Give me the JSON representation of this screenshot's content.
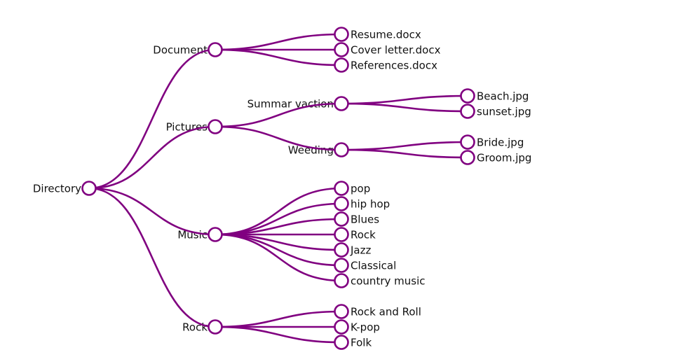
{
  "diagram": {
    "type": "collapsible-tree",
    "colors": {
      "link": "#800080",
      "node_stroke": "#800080",
      "node_fill": "#ffffff",
      "text": "#111111"
    },
    "root": {
      "name": "Directory",
      "children": [
        {
          "name": "Document",
          "children": [
            {
              "name": "Resume.docx"
            },
            {
              "name": "Cover letter.docx"
            },
            {
              "name": "References.docx"
            }
          ]
        },
        {
          "name": "Pictures",
          "children": [
            {
              "name": "Summar vaction",
              "children": [
                {
                  "name": "Beach.jpg"
                },
                {
                  "name": "sunset.jpg"
                }
              ]
            },
            {
              "name": "Weeding",
              "children": [
                {
                  "name": "Bride.jpg"
                },
                {
                  "name": "Groom.jpg"
                }
              ]
            }
          ]
        },
        {
          "name": "Music",
          "children": [
            {
              "name": "pop"
            },
            {
              "name": "hip hop"
            },
            {
              "name": "Blues"
            },
            {
              "name": "Rock"
            },
            {
              "name": "Jazz"
            },
            {
              "name": "Classical"
            },
            {
              "name": "country music"
            }
          ]
        },
        {
          "name": "Rock",
          "children": [
            {
              "name": "Rock and Roll"
            },
            {
              "name": "K-pop"
            },
            {
              "name": "Folk"
            }
          ]
        }
      ]
    }
  }
}
